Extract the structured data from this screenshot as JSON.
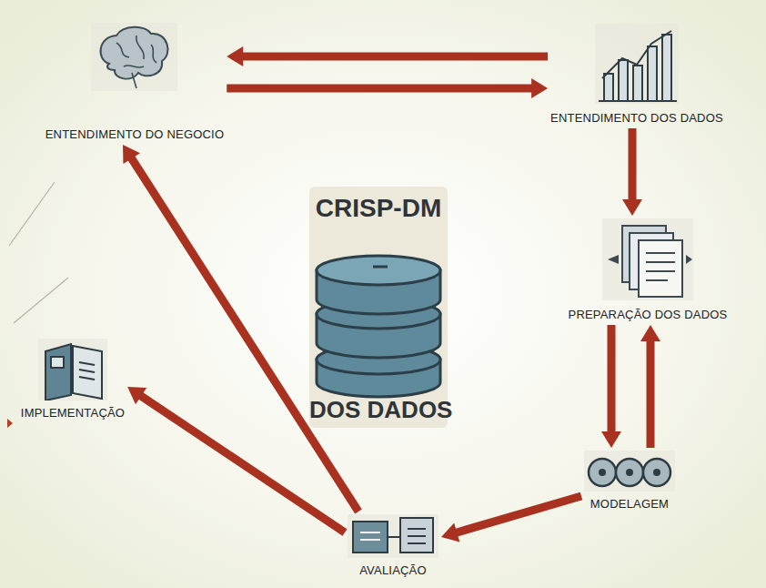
{
  "diagram": {
    "nodes": [
      {
        "text": [
          "ENTENDIMENTO DO NEGOCIO"
        ]
      },
      {
        "text": [
          "ENTENDIMENTO DOS DADOS"
        ]
      },
      {
        "text": [
          "PREPARAÇÃO DOS DADOS"
        ]
      },
      {
        "text": [
          "MODELAGEM"
        ]
      },
      {
        "text": [
          "AVALIAÇÃO"
        ]
      },
      {
        "text": [
          "IMPLEMENTAÇÃO"
        ]
      }
    ],
    "edges": [
      {
        "from": 1,
        "to": 0,
        "arrow": "to"
      },
      {
        "from": 0,
        "to": 1,
        "arrow": "to"
      },
      {
        "from": 1,
        "to": 2,
        "arrow": "to"
      },
      {
        "from": 2,
        "to": 3,
        "arrow": "to"
      },
      {
        "from": 3,
        "to": 2,
        "arrow": "to"
      },
      {
        "from": 3,
        "to": 4,
        "arrow": "to"
      },
      {
        "from": 4,
        "to": 0,
        "arrow": "to"
      },
      {
        "from": 4,
        "to": 5,
        "arrow": "to"
      }
    ],
    "labels": [
      "CRISP-DM",
      "DOS DADOS"
    ]
  }
}
